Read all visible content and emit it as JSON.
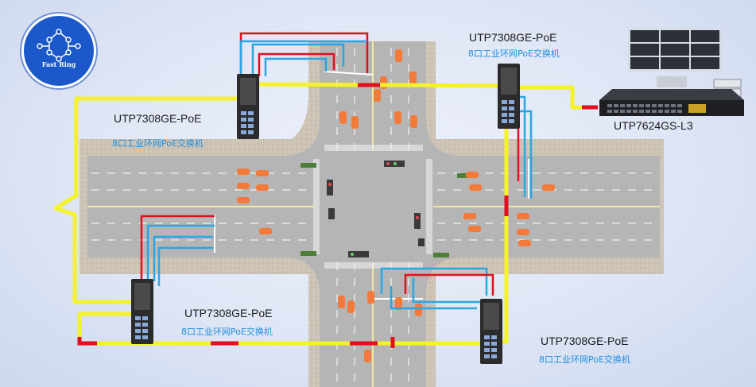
{
  "logo": {
    "text": "Fast Ring"
  },
  "switches": [
    {
      "id": "top-left",
      "model": "UTP7308GE-PoE",
      "desc": "8口工业环网PoE交换机"
    },
    {
      "id": "top-right",
      "model": "UTP7308GE-PoE",
      "desc": "8口工业环网PoE交换机"
    },
    {
      "id": "bottom-left",
      "model": "UTP7308GE-PoE",
      "desc": "8口工业环网PoE交换机"
    },
    {
      "id": "bottom-right",
      "model": "UTP7308GE-PoE",
      "desc": "8口工业环网PoE交换机"
    }
  ],
  "core_switch": {
    "model": "UTP7624GS-L3"
  },
  "colors": {
    "ring": "#f4f22a",
    "ring_break": "#e0101e",
    "camera_link": "#2ba6e3",
    "camera_link_alt": "#e0101e",
    "road": "#b4b4b4",
    "ground": "#c9c0b2"
  }
}
